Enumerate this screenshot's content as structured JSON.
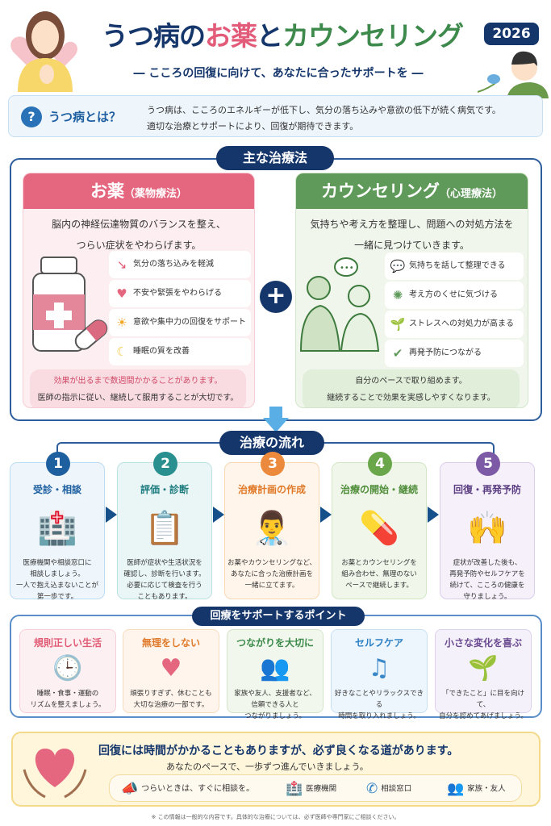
{
  "header": {
    "title_part1": "うつ病の",
    "title_part2": "お薬",
    "title_part3": "と",
    "title_part4": "カウンセリング",
    "year": "2026",
    "subtitle": "― こころの回復に向けて、あなたに合ったサポートを ―"
  },
  "what_is": {
    "label": "うつ病とは？",
    "line1": "うつ病は、こころのエネルギーが低下し、気分の落ち込みや意欲の低下が続く病気です。",
    "line2": "適切な治療とサポートにより、回復が期待できます。"
  },
  "main_treatments": {
    "heading": "主な治療法",
    "medicine": {
      "title": "お薬",
      "subtitle": "（薬物療法）",
      "desc1": "脳内の神経伝達物質のバランスを整え、",
      "desc2": "つらい症状をやわらげます。",
      "features": [
        "気分の落ち込みを軽減",
        "不安や緊張をやわらげる",
        "意欲や集中力の回復をサポート",
        "睡眠の質を改善"
      ],
      "note1": "効果が出るまで数週間かかることがあります。",
      "note2": "医師の指示に従い、継続して服用することが大切です。"
    },
    "counseling": {
      "title": "カウンセリング",
      "subtitle": "（心理療法）",
      "desc1": "気持ちや考え方を整理し、問題への対処方法を",
      "desc2": "一緒に見つけていきます。",
      "features": [
        "気持ちを話して整理できる",
        "考え方のくせに気づける",
        "ストレスへの対処力が高まる",
        "再発予防につながる"
      ],
      "note1": "自分のペースで取り組めます。",
      "note2": "継続することで効果を実感しやすくなります。"
    }
  },
  "flow": {
    "heading": "治療の流れ",
    "steps": [
      {
        "num": "1",
        "title": "受診・相談",
        "desc": [
          "医療機関や相談窓口に",
          "相談しましょう。",
          "一人で抱え込まないことが",
          "第一歩です。"
        ]
      },
      {
        "num": "2",
        "title": "評価・診断",
        "desc": [
          "医師が症状や生活状況を",
          "確認し、診断を行います。",
          "必要に応じて検査を行う",
          "こともあります。"
        ]
      },
      {
        "num": "3",
        "title": "治療計画の作成",
        "desc": [
          "お薬やカウンセリングなど、",
          "あなたに合った治療計画を",
          "一緒に立てます。",
          ""
        ]
      },
      {
        "num": "4",
        "title": "治療の開始・継続",
        "desc": [
          "お薬とカウンセリングを",
          "組み合わせ、無理のない",
          "ペースで継続します。",
          ""
        ]
      },
      {
        "num": "5",
        "title": "回復・再発予防",
        "desc": [
          "症状が改善した後も、",
          "再発予防やセルフケアを",
          "続けて、こころの健康を",
          "守りましょう。"
        ]
      }
    ]
  },
  "support": {
    "heading": "回療をサポートするポイント",
    "points": [
      {
        "title": "規則正しい生活",
        "desc": [
          "睡眠・食事・運動の",
          "リズムを整えましょう。",
          ""
        ]
      },
      {
        "title": "無理をしない",
        "desc": [
          "頑張りすぎず、休むことも",
          "大切な治療の一部です。",
          ""
        ]
      },
      {
        "title": "つながりを大切に",
        "desc": [
          "家族や友人、支援者など、",
          "信頼できる人と",
          "つながりましょう。"
        ]
      },
      {
        "title": "セルフケア",
        "desc": [
          "好きなことやリラックスできる",
          "時間を取り入れましょう。",
          ""
        ]
      },
      {
        "title": "小さな変化を喜ぶ",
        "desc": [
          "「できたこと」に目を向けて、",
          "自分を認めてあげましょう。",
          ""
        ]
      }
    ]
  },
  "message": {
    "main": "回復には時間がかかることもありますが、必ず良くなる道があります。",
    "sub": "あなたのペースで、一歩ずつ進んでいきましょう。",
    "consult": "つらいときは、すぐに相談を。",
    "contacts": [
      "医療機関",
      "相談窓口",
      "家族・友人"
    ]
  },
  "footer": "※ この情報は一般的な内容です。具体的な治療については、必ず医師や専門家にご相談ください。",
  "colors": {
    "navy": "#15366b",
    "pink": "#e5677f",
    "green": "#5f9a5a"
  }
}
